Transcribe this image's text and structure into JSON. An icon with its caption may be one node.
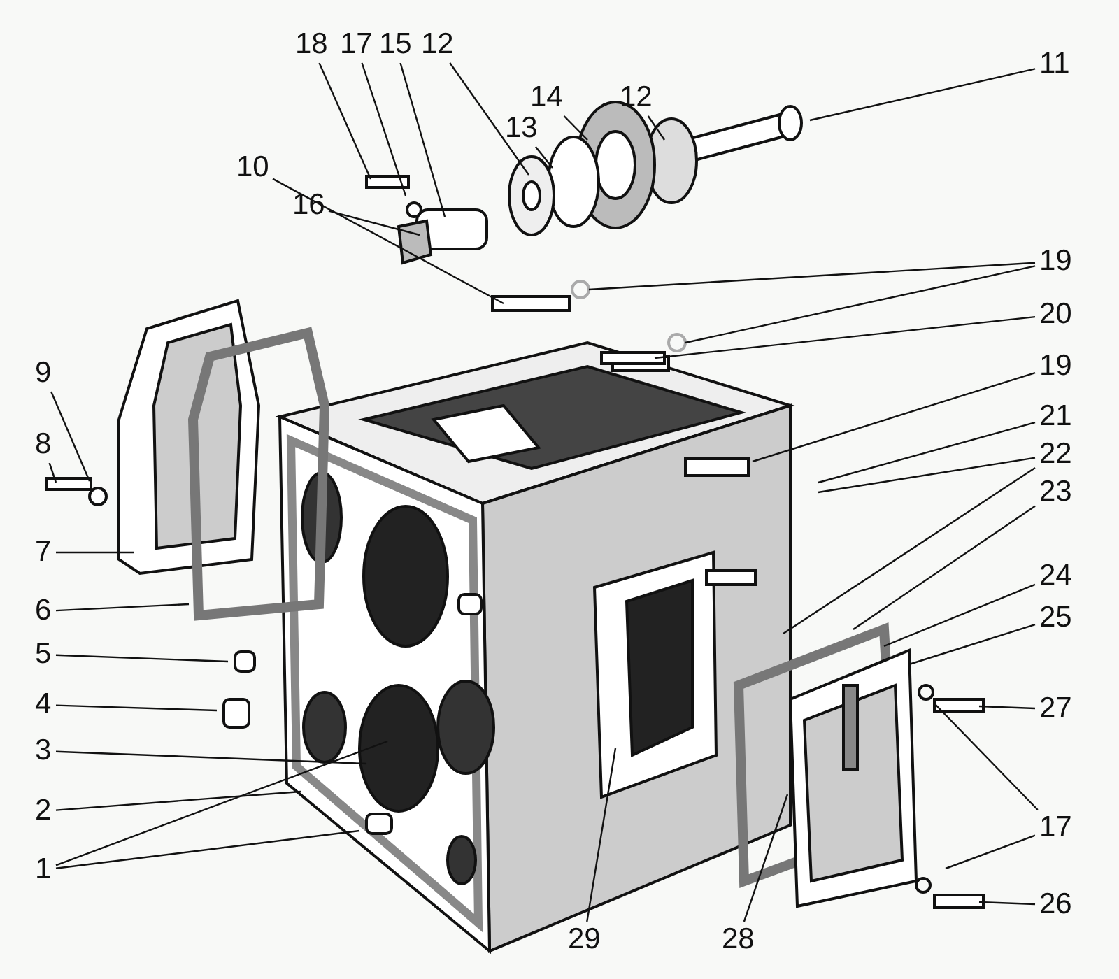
{
  "diagram": {
    "nodes": [
      {
        "text": [
          "18"
        ]
      },
      {
        "text": [
          "17"
        ]
      },
      {
        "text": [
          "15"
        ]
      },
      {
        "text": [
          "12"
        ]
      },
      {
        "text": [
          "11"
        ]
      },
      {
        "text": [
          "14"
        ]
      },
      {
        "text": [
          "12"
        ]
      },
      {
        "text": [
          "13"
        ]
      },
      {
        "text": [
          "10"
        ]
      },
      {
        "text": [
          "16"
        ]
      },
      {
        "text": [
          "19"
        ]
      },
      {
        "text": [
          "20"
        ]
      },
      {
        "text": [
          "19"
        ]
      },
      {
        "text": [
          "9"
        ]
      },
      {
        "text": [
          "21"
        ]
      },
      {
        "text": [
          "8"
        ]
      },
      {
        "text": [
          "22"
        ]
      },
      {
        "text": [
          "23"
        ]
      },
      {
        "text": [
          "7"
        ]
      },
      {
        "text": [
          "6"
        ]
      },
      {
        "text": [
          "24"
        ]
      },
      {
        "text": [
          "5"
        ]
      },
      {
        "text": [
          "25"
        ]
      },
      {
        "text": [
          "4"
        ]
      },
      {
        "text": [
          "27"
        ]
      },
      {
        "text": [
          "3"
        ]
      },
      {
        "text": [
          "2"
        ]
      },
      {
        "text": [
          "17"
        ]
      },
      {
        "text": [
          "1"
        ]
      },
      {
        "text": [
          "29"
        ]
      },
      {
        "text": [
          "28"
        ]
      },
      {
        "text": [
          "26"
        ]
      }
    ],
    "edges": [
      {
        "from": 0,
        "to": null,
        "arrow": "none"
      },
      {
        "from": 1,
        "to": null,
        "arrow": "none"
      },
      {
        "from": 2,
        "to": null,
        "arrow": "none"
      },
      {
        "from": 3,
        "to": null,
        "arrow": "none"
      },
      {
        "from": 4,
        "to": null,
        "arrow": "none"
      },
      {
        "from": 5,
        "to": null,
        "arrow": "none"
      },
      {
        "from": 6,
        "to": null,
        "arrow": "none"
      },
      {
        "from": 7,
        "to": null,
        "arrow": "none"
      },
      {
        "from": 8,
        "to": null,
        "arrow": "none"
      },
      {
        "from": 9,
        "to": null,
        "arrow": "none"
      },
      {
        "from": 10,
        "to": null,
        "arrow": "none"
      },
      {
        "from": 10,
        "to": null,
        "arrow": "none"
      },
      {
        "from": 11,
        "to": null,
        "arrow": "none"
      },
      {
        "from": 12,
        "to": null,
        "arrow": "none"
      },
      {
        "from": 13,
        "to": null,
        "arrow": "none"
      },
      {
        "from": 14,
        "to": null,
        "arrow": "none"
      },
      {
        "from": 15,
        "to": null,
        "arrow": "none"
      },
      {
        "from": 16,
        "to": null,
        "arrow": "none"
      },
      {
        "from": 16,
        "to": null,
        "arrow": "none"
      },
      {
        "from": 17,
        "to": null,
        "arrow": "none"
      },
      {
        "from": 18,
        "to": null,
        "arrow": "none"
      },
      {
        "from": 19,
        "to": null,
        "arrow": "none"
      },
      {
        "from": 20,
        "to": null,
        "arrow": "none"
      },
      {
        "from": 21,
        "to": null,
        "arrow": "none"
      },
      {
        "from": 22,
        "to": null,
        "arrow": "none"
      },
      {
        "from": 23,
        "to": null,
        "arrow": "none"
      },
      {
        "from": 24,
        "to": null,
        "arrow": "none"
      },
      {
        "from": 25,
        "to": null,
        "arrow": "none"
      },
      {
        "from": 26,
        "to": null,
        "arrow": "none"
      },
      {
        "from": 27,
        "to": null,
        "arrow": "none"
      },
      {
        "from": 27,
        "to": null,
        "arrow": "none"
      },
      {
        "from": 28,
        "to": null,
        "arrow": "none"
      },
      {
        "from": 28,
        "to": null,
        "arrow": "none"
      },
      {
        "from": 29,
        "to": null,
        "arrow": "none"
      },
      {
        "from": 30,
        "to": null,
        "arrow": "none"
      },
      {
        "from": 31,
        "to": null,
        "arrow": "none"
      }
    ]
  }
}
